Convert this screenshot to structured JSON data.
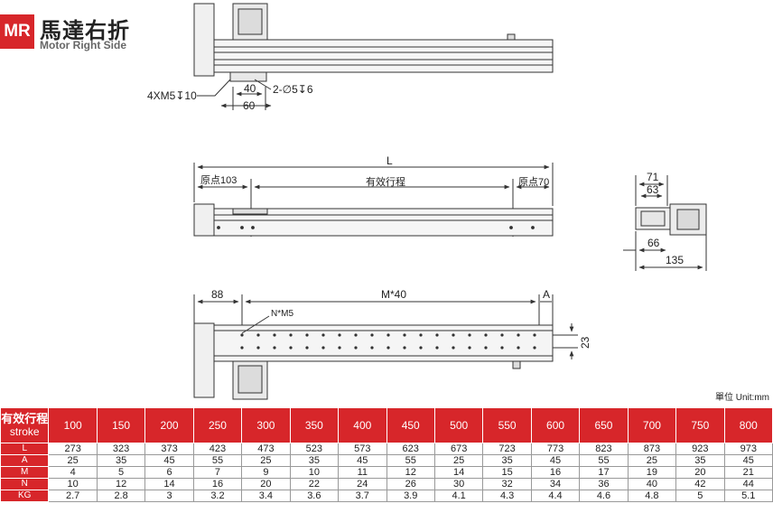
{
  "header": {
    "badge": "MR",
    "title_cn": "馬達右折",
    "title_en": "Motor Right Side"
  },
  "drawing": {
    "top_view": {
      "hole_callout": "4XM5↧10",
      "dim_40": "40",
      "pin_callout": "2-∅5↧6",
      "dim_60": "60"
    },
    "side_view": {
      "length": "L",
      "origin_left": "原点103",
      "stroke": "有效行程",
      "origin_right": "原点70"
    },
    "end_view": {
      "dim_71": "71",
      "dim_63": "63",
      "dim_66": "66",
      "dim_135": "135"
    },
    "bottom_view": {
      "dim_88": "88",
      "dim_m": "M*40",
      "dim_a": "A",
      "holes": "N*M5",
      "dim_23": "23"
    }
  },
  "unit_note": "單位  Unit:mm",
  "table": {
    "header_label_cn": "有效行程",
    "header_label_en": "stroke",
    "columns": [
      "100",
      "150",
      "200",
      "250",
      "300",
      "350",
      "400",
      "450",
      "500",
      "550",
      "600",
      "650",
      "700",
      "750",
      "800"
    ],
    "rows": [
      {
        "label": "L",
        "values": [
          "273",
          "323",
          "373",
          "423",
          "473",
          "523",
          "573",
          "623",
          "673",
          "723",
          "773",
          "823",
          "873",
          "923",
          "973"
        ]
      },
      {
        "label": "A",
        "values": [
          "25",
          "35",
          "45",
          "55",
          "25",
          "35",
          "45",
          "55",
          "25",
          "35",
          "45",
          "55",
          "25",
          "35",
          "45"
        ]
      },
      {
        "label": "M",
        "values": [
          "4",
          "5",
          "6",
          "7",
          "9",
          "10",
          "11",
          "12",
          "14",
          "15",
          "16",
          "17",
          "19",
          "20",
          "21"
        ]
      },
      {
        "label": "N",
        "values": [
          "10",
          "12",
          "14",
          "16",
          "20",
          "22",
          "24",
          "26",
          "30",
          "32",
          "34",
          "36",
          "40",
          "42",
          "44"
        ]
      },
      {
        "label": "KG",
        "values": [
          "2.7",
          "2.8",
          "3",
          "3.2",
          "3.4",
          "3.6",
          "3.7",
          "3.9",
          "4.1",
          "4.3",
          "4.4",
          "4.6",
          "4.8",
          "5",
          "5.1"
        ]
      }
    ]
  },
  "colors": {
    "accent": "#d7262a",
    "line": "#333333",
    "body_fill": "#f2f2f2"
  }
}
